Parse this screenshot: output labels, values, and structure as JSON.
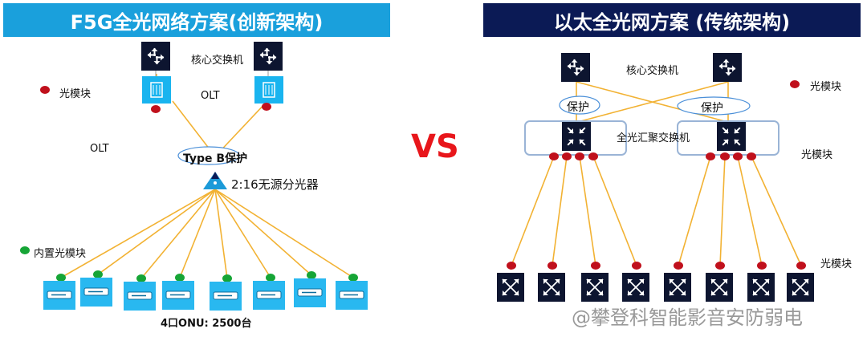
{
  "left": {
    "title": "F5G全光网络方案(创新架构)",
    "core_switch_label": "核心交换机",
    "olt_label_top": "OLT",
    "olt_label_side": "OLT",
    "optical_module_legend": "光模块",
    "protection_label": "Type B保护",
    "splitter_label": "2:16无源分光器",
    "builtin_module_legend": "内置光模块",
    "onu_caption": "4口ONU: 2500台"
  },
  "vs": "VS",
  "right": {
    "title": "以太全光网方案 (传统架构)",
    "core_switch_label": "核心交换机",
    "protection_left": "保护",
    "protection_right": "保护",
    "aggregation_label": "全光汇聚交换机",
    "optical_module_legend": "光模块",
    "optical_module_label_mid": "光模块",
    "optical_module_label_low": "光模块"
  },
  "watermark": "@攀登科智能影音安防弱电",
  "colors": {
    "left_header": "#1aa0dc",
    "right_header": "#0b1a55",
    "link": "#f2b233",
    "olt": "#19b4ef",
    "onu": "#29b8f0",
    "device_dark": "#0d1530",
    "module_red": "#c0101c",
    "module_green": "#16a536",
    "vs": "#e8161b"
  },
  "icons": {
    "core_switch": "arrows-cross-icon",
    "olt": "olt-chassis-icon",
    "splitter": "splitter-triangle-icon",
    "onu": "onu-box-icon",
    "aggregation_switch": "arrows-diagonal-icon",
    "access_switch": "arrows-cross-icon"
  }
}
